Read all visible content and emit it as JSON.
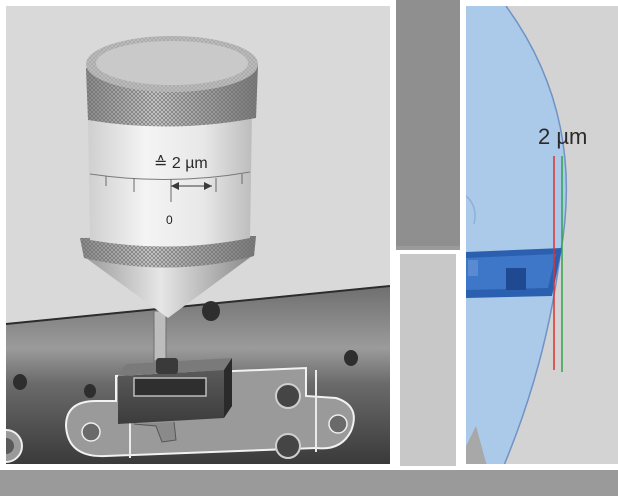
{
  "left": {
    "dial_label": "≙ 2 µm",
    "dial_zero": "0"
  },
  "right": {
    "offset_label": "2 µm"
  },
  "colors": {
    "reference_line": "#e0312f",
    "measure_line": "#2fa44a",
    "block_blue": "#2b5fb0",
    "disc_blue": "#a9c8ea"
  }
}
